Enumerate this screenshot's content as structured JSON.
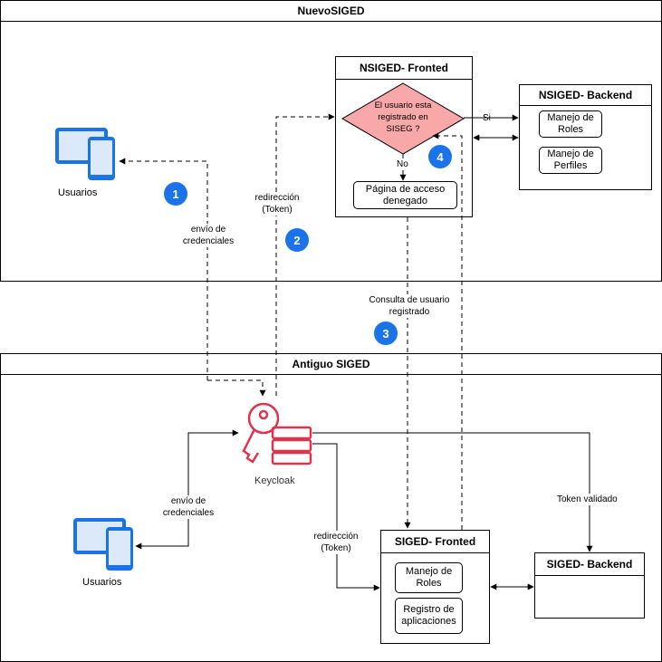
{
  "nuevo": {
    "title": "NuevoSIGED",
    "users_label": "Usuarios",
    "frontend": {
      "title": "NSIGED- Fronted",
      "decision": "El usuario esta registrado en SISEG ?",
      "denied": "Página de acceso denegado"
    },
    "backend": {
      "title": "NSIGED- Backend",
      "items": [
        "Manejo de Roles",
        "Manejo de Perfiles"
      ]
    },
    "labels": {
      "si": "Si",
      "no": "No",
      "envio": "envío de credenciales",
      "redireccion": "redirección (Token)",
      "consulta": "Consulta de usuario registrado"
    },
    "badges": [
      "1",
      "2",
      "3",
      "4"
    ]
  },
  "antiguo": {
    "title": "Antiguo SIGED",
    "keycloak_label": "Keycloak",
    "users_label": "Usuarios",
    "frontend": {
      "title": "SIGED- Fronted",
      "items": [
        "Manejo de Roles",
        "Registro de aplicaciones"
      ]
    },
    "backend": {
      "title": "SIGED- Backend"
    },
    "labels": {
      "envio": "envío de credenciales",
      "redireccion": "redirección (Token)",
      "token_validado": "Token validado"
    }
  },
  "colors": {
    "badge": "#1a73e8",
    "decision_fill": "#f8a8a8",
    "device": "#1a73e8",
    "keycloak": "#e0344c"
  }
}
